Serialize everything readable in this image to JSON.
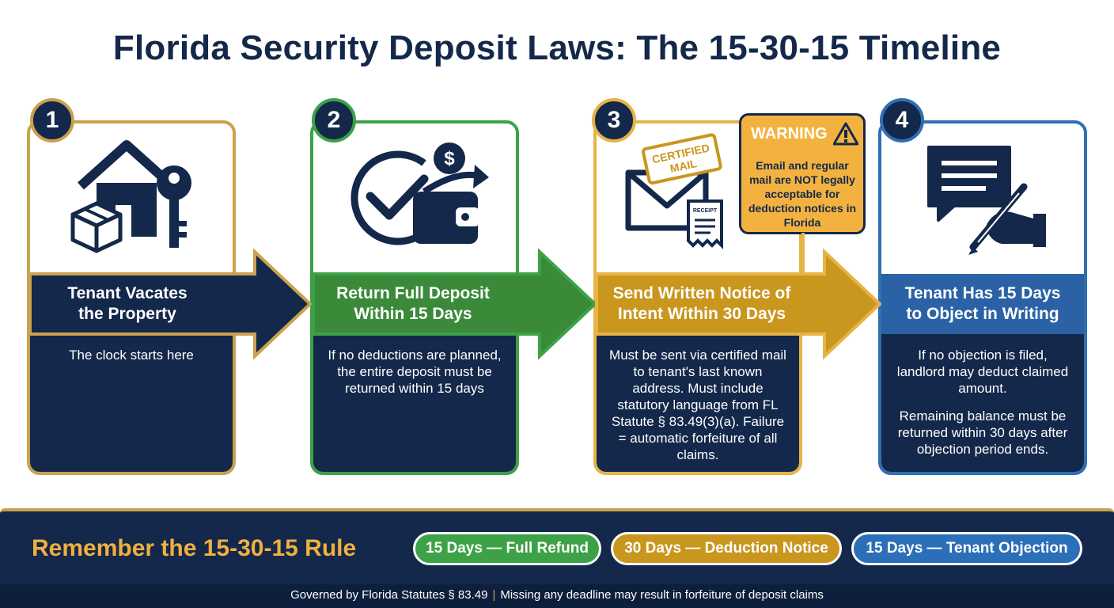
{
  "title": "Florida Security Deposit Laws: The 15-30-15 Timeline",
  "steps": [
    {
      "number": "1",
      "heading_line1": "Tenant Vacates",
      "heading_line2": "the Property",
      "description": [
        "The clock starts here"
      ],
      "color": "#c9a24e",
      "band_color": "#13284a"
    },
    {
      "number": "2",
      "heading_line1": "Return Full Deposit",
      "heading_line2": "Within 15 Days",
      "description": [
        "If no deductions are planned, the entire deposit must be returned within 15 days"
      ],
      "color": "#3da247",
      "band_color": "#3a8a3a"
    },
    {
      "number": "3",
      "heading_line1": "Send Written Notice of",
      "heading_line2": "Intent Within 30 Days",
      "description": [
        "Must be sent via certified mail to tenant's last known address. Must include statutory language from FL Statute § 83.49(3)(a). Failure = automatic forfeiture of all claims."
      ],
      "color": "#e6b347",
      "band_color": "#c9961e"
    },
    {
      "number": "4",
      "heading_line1": "Tenant Has 15 Days",
      "heading_line2": "to Object in Writing",
      "description": [
        "If no objection is filed, landlord may deduct claimed amount.",
        "Remaining balance must be returned within 30 days after objection period ends."
      ],
      "color": "#2f6fb3",
      "band_color": "#2b62a6"
    }
  ],
  "certified_mail": {
    "stamp": "CERTIFIED MAIL",
    "receipt": "RECEIPT"
  },
  "warning": {
    "title": "WARNING",
    "body": "Email and regular mail are NOT legally acceptable for deduction notices in Florida"
  },
  "footer": {
    "rule_title": "Remember the 15-30-15 Rule",
    "pills": [
      {
        "label": "15 Days — Full Refund",
        "color": "#3da247"
      },
      {
        "label": "30 Days — Deduction Notice",
        "color": "#c9961e"
      },
      {
        "label": "15 Days — Tenant Objection",
        "color": "#2b6fb8"
      }
    ],
    "note_left": "Governed by Florida Statutes § 83.49",
    "note_sep": "|",
    "note_right": "Missing any deadline may result in forfeiture of deposit claims"
  },
  "icons": [
    "house-keys-box-icon",
    "check-wallet-dollar-icon",
    "certified-mail-envelope-icon",
    "speech-bubble-pen-hand-icon",
    "warning-triangle-icon"
  ]
}
